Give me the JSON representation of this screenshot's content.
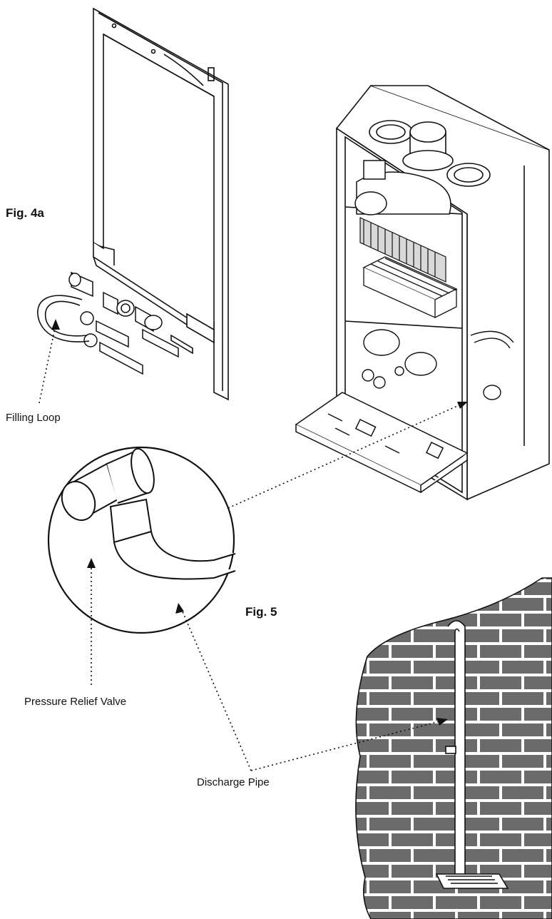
{
  "figures": {
    "fig4a": "Fig. 4a",
    "fig5": "Fig. 5"
  },
  "callouts": {
    "filling_loop": "Filling Loop",
    "pressure_relief_valve": "Pressure Relief Valve",
    "discharge_pipe": "Discharge Pipe"
  },
  "colors": {
    "line": "#111111",
    "brick": "#6b6b6b",
    "mortar": "#ffffff",
    "paper": "#ffffff"
  }
}
